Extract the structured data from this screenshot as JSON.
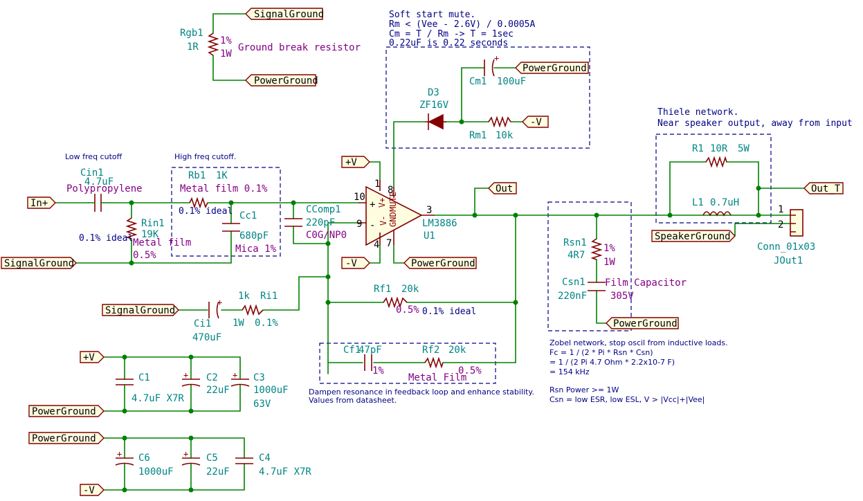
{
  "global_labels": {
    "signal_ground_top": "SignalGround",
    "power_ground_top": "PowerGround",
    "in_plus": "In+",
    "signal_ground_left": "SignalGround",
    "vplus_opamp": "+V",
    "vminus_opamp": "-V",
    "power_ground_opamp": "PowerGround",
    "power_ground_cm": "PowerGround",
    "vminus_rm": "-V",
    "out": "Out",
    "out_t": "Out_T",
    "speaker_ground": "SpeakerGround",
    "power_ground_zobel": "PowerGround",
    "signal_ground_ci": "SignalGround",
    "vplus_bottom": "+V",
    "power_ground_bottom1": "PowerGround",
    "power_ground_bottom2": "PowerGround",
    "vminus_bottom": "-V"
  },
  "components": {
    "rgb1": {
      "ref": "Rgb1",
      "value": "1R",
      "f1": "1%",
      "f2": "1W",
      "f3": "Ground break resistor"
    },
    "cin1": {
      "ref": "Cin1",
      "value": "4.7uF",
      "f1": "Polypropylene"
    },
    "rin1": {
      "ref": "Rin1",
      "value": "19K",
      "f1": "0.1% ideal",
      "f2": "Metal film",
      "f3": "0.5%"
    },
    "rb1": {
      "ref": "Rb1",
      "value": "1K",
      "f1": "Metal film 0.1%",
      "f2": "0.1% ideal"
    },
    "cc1": {
      "ref": "Cc1",
      "value": "680pF",
      "f1": "Mica 1%"
    },
    "ccomp1": {
      "ref": "CComp1",
      "value": "220pF",
      "f1": "C0G/NP0"
    },
    "u1": {
      "ref": "U1",
      "value": "LM3886",
      "body_top": "MUTE",
      "body_bot": "GND",
      "pins": {
        "p10": "10",
        "p1": "1",
        "p8": "8",
        "p9": "9",
        "p4": "4",
        "p7": "7",
        "p3": "3"
      },
      "plus": "+",
      "minus": "-",
      "vplus": "V+",
      "vminus": "V-"
    },
    "d3": {
      "ref": "D3",
      "value": "ZF16V"
    },
    "cm1": {
      "ref": "Cm1",
      "value": "100uF"
    },
    "rm1": {
      "ref": "Rm1",
      "value": "10k"
    },
    "r1": {
      "ref": "R1",
      "value": "10R",
      "f1": "5W"
    },
    "l1": {
      "ref": "L1",
      "value": "0.7uH"
    },
    "jout1": {
      "ref": "JOut1",
      "value": "Conn_01x03",
      "pin1": "1",
      "pin2": "2"
    },
    "rsn1": {
      "ref": "Rsn1",
      "value": "4R7",
      "f1": "1%",
      "f2": "1W"
    },
    "csn1": {
      "ref": "Csn1",
      "value": "220nF",
      "f1": "Film Capacitor",
      "f2": "305V"
    },
    "rf1": {
      "ref": "Rf1",
      "value": "20k",
      "f1": "0.5%",
      "f2": "0.1% ideal"
    },
    "cf1": {
      "ref": "Cf1",
      "value": "47pF",
      "f1": "1%"
    },
    "rf2": {
      "ref": "Rf2",
      "value": "20k",
      "f1": "0.5%",
      "f2": "Metal Film"
    },
    "ci1": {
      "ref": "Ci1",
      "value": "470uF"
    },
    "ri1": {
      "ref": "Ri1",
      "value": "1k",
      "f1": "1W",
      "f2": "0.1%"
    },
    "c1": {
      "ref": "C1",
      "value": "4.7uF X7R"
    },
    "c2": {
      "ref": "C2",
      "value": "22uF"
    },
    "c3": {
      "ref": "C3",
      "value": "1000uF",
      "f1": "63V"
    },
    "c6": {
      "ref": "C6",
      "value": "1000uF"
    },
    "c5": {
      "ref": "C5",
      "value": "22uF"
    },
    "c4": {
      "ref": "C4",
      "value": "4.7uF X7R"
    }
  },
  "notes": {
    "low_freq": "Low freq cutoff",
    "high_freq": "High freq cutoff.",
    "soft_start": [
      "Soft start mute.",
      "Rm < (Vee - 2.6V) / 0.0005A",
      "Cm = T / Rm  -> T = 1sec",
      "0.22uF is 0.22 seconds"
    ],
    "thiele": [
      "Thiele network.",
      "Near speaker output, away from input"
    ],
    "zobel": [
      "Zobel network, stop oscil from inductive loads.",
      "Fc = 1 / (2 * Pi * Rsn * Csn)",
      "   = 1 / (2 Pi 4.7 Ohm * 2.2x10-7 F)",
      "   = 154 kHz",
      "",
      "Rsn Power >= 1W",
      "Csn = low ESR, low ESL, V > |Vcc|+|Vee|"
    ],
    "dampen": [
      "Dampen resonance in feedback loop and enhance stability.",
      "Values from datasheet."
    ]
  },
  "colors": {
    "wire": "#008000",
    "component": "#840000",
    "ref_text": "#008484",
    "field_text": "#840084",
    "note_text": "#000084",
    "label_fill": "#fffde0"
  }
}
